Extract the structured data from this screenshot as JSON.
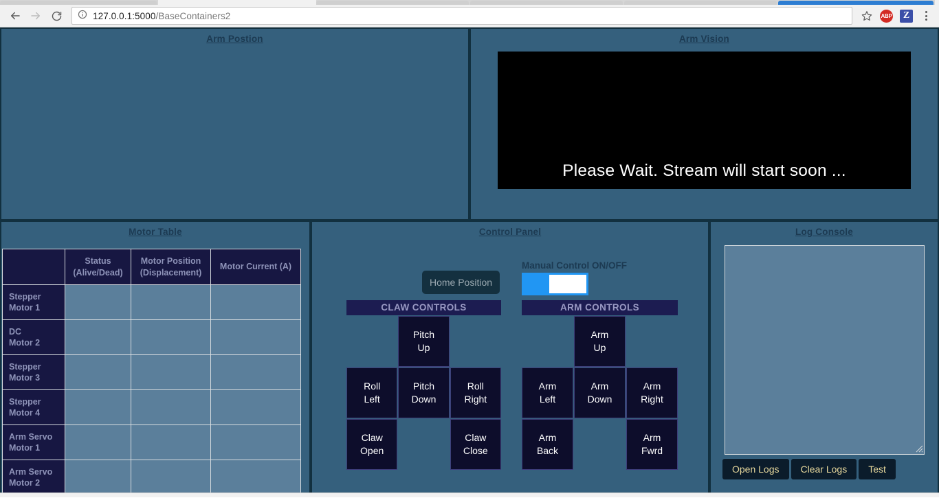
{
  "browser": {
    "url_host": "127.0.0.1:5000",
    "url_path": "/BaseContainers2",
    "back_icon": "back-arrow-icon",
    "forward_icon": "forward-arrow-icon",
    "reload_icon": "reload-icon",
    "info_icon": "info-circle-icon",
    "star_icon": "bookmark-star-icon",
    "extensions": [
      {
        "name": "adblock-plus",
        "label": "ABP",
        "color": "#d32b23"
      },
      {
        "name": "zotero",
        "label": "Z",
        "color": "#3b4fa8"
      }
    ],
    "menu_icon": "three-dot-menu-icon"
  },
  "theme": {
    "page_background": "#35607d",
    "panel_border": "#12303f",
    "title_color": "#1c3a52",
    "table_header_bg": "#171742",
    "table_header_text": "#8e93b8",
    "table_cell_bg": "#5b7f9b",
    "pad_button_bg": "#0d0d2b",
    "pad_button_border": "#3d3d7a",
    "ctl_header_bg": "#1c1c51",
    "ctl_header_text": "#9a9ac4",
    "toggle_on_color": "#2196f3",
    "log_button_bg": "#0b1c2b",
    "log_button_text": "#e7d89c",
    "home_button_bg": "#14303f",
    "home_button_text": "#9aa8b0"
  },
  "panels": {
    "arm_position": {
      "title": "Arm Postion"
    },
    "arm_vision": {
      "title": "Arm Vision",
      "stream_message": "Please Wait. Stream will start soon ...",
      "stream_background": "#000000"
    },
    "motor_table": {
      "title": "Motor Table"
    },
    "control_panel": {
      "title": "Control Panel"
    },
    "log_console": {
      "title": "Log Console"
    }
  },
  "motor_table": {
    "columns": [
      "",
      "Status\n(Alive/Dead)",
      "Motor Position\n(Displacement)",
      "Motor Current (A)"
    ],
    "column_headers": [
      {
        "line1": "",
        "line2": ""
      },
      {
        "line1": "Status",
        "line2": "(Alive/Dead)"
      },
      {
        "line1": "Motor Position",
        "line2": "(Displacement)"
      },
      {
        "line1": "Motor Current (A)",
        "line2": ""
      }
    ],
    "rows": [
      {
        "line1": "Stepper",
        "line2": "Motor 1",
        "status": "",
        "position": "",
        "current": ""
      },
      {
        "line1": "DC",
        "line2": "Motor 2",
        "status": "",
        "position": "",
        "current": ""
      },
      {
        "line1": "Stepper",
        "line2": "Motor 3",
        "status": "",
        "position": "",
        "current": ""
      },
      {
        "line1": "Stepper",
        "line2": "Motor 4",
        "status": "",
        "position": "",
        "current": ""
      },
      {
        "line1": "Arm Servo",
        "line2": "Motor 1",
        "status": "",
        "position": "",
        "current": ""
      },
      {
        "line1": "Arm Servo",
        "line2": "Motor 2",
        "status": "",
        "position": "",
        "current": ""
      }
    ]
  },
  "control_panel": {
    "home_button": "Home Position",
    "manual_control_label": "Manual Control ON/OFF",
    "manual_control_state": "ON",
    "claw": {
      "header": "CLAW CONTROLS",
      "buttons": [
        {
          "line1": "",
          "line2": "",
          "empty": true
        },
        {
          "line1": "Pitch",
          "line2": "Up",
          "empty": false
        },
        {
          "line1": "",
          "line2": "",
          "empty": true
        },
        {
          "line1": "Roll",
          "line2": "Left",
          "empty": false
        },
        {
          "line1": "Pitch",
          "line2": "Down",
          "empty": false
        },
        {
          "line1": "Roll",
          "line2": "Right",
          "empty": false
        },
        {
          "line1": "Claw",
          "line2": "Open",
          "empty": false
        },
        {
          "line1": "",
          "line2": "",
          "empty": true
        },
        {
          "line1": "Claw",
          "line2": "Close",
          "empty": false
        }
      ]
    },
    "arm": {
      "header": "ARM CONTROLS",
      "buttons": [
        {
          "line1": "",
          "line2": "",
          "empty": true
        },
        {
          "line1": "Arm",
          "line2": "Up",
          "empty": false
        },
        {
          "line1": "",
          "line2": "",
          "empty": true
        },
        {
          "line1": "Arm",
          "line2": "Left",
          "empty": false
        },
        {
          "line1": "Arm",
          "line2": "Down",
          "empty": false
        },
        {
          "line1": "Arm",
          "line2": "Right",
          "empty": false
        },
        {
          "line1": "Arm",
          "line2": "Back",
          "empty": false
        },
        {
          "line1": "",
          "line2": "",
          "empty": true
        },
        {
          "line1": "Arm",
          "line2": "Fwrd",
          "empty": false
        }
      ]
    }
  },
  "log_console": {
    "textarea_value": "",
    "textarea_placeholder": "",
    "buttons": [
      {
        "label": "Open Logs",
        "name": "open-logs-button"
      },
      {
        "label": "Clear Logs",
        "name": "clear-logs-button"
      },
      {
        "label": "Test",
        "name": "test-button"
      }
    ]
  }
}
